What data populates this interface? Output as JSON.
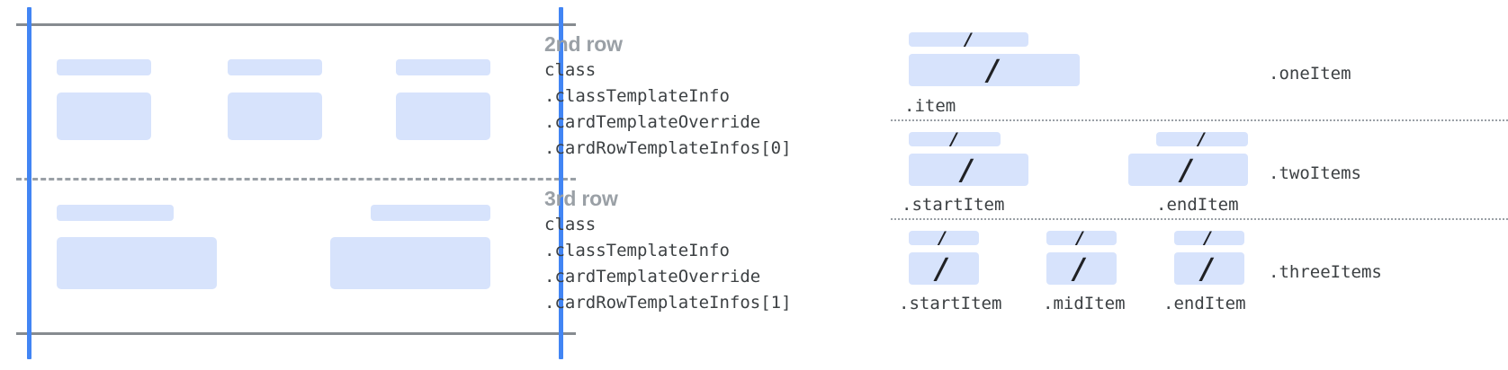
{
  "colors": {
    "chip_blue": "#d7e3fc",
    "guide_blue": "#4285f4",
    "rule_gray": "#868b90",
    "dash_gray": "#9aa0a6",
    "heading_gray": "#9aa0a6",
    "code_text": "#3c4043",
    "slash_dark": "#202124",
    "background": "#ffffff"
  },
  "left_diagram": {
    "name": "card-row-template-preview",
    "rows": [
      {
        "id": "row-2",
        "columns": [
          {
            "label_chip": "",
            "body_chip": ""
          },
          {
            "label_chip": "",
            "body_chip": ""
          },
          {
            "label_chip": "",
            "body_chip": ""
          }
        ]
      },
      {
        "id": "row-3",
        "columns": [
          {
            "label_chip": "",
            "body_chip": ""
          },
          {
            "label_chip": "",
            "body_chip": ""
          }
        ]
      }
    ]
  },
  "center_column": {
    "blocks": [
      {
        "title": "2nd row",
        "code_lines": [
          "class",
          ".classTemplateInfo",
          ".cardTemplateOverride",
          ".cardRowTemplateInfos[0]"
        ]
      },
      {
        "title": "3rd row",
        "code_lines": [
          "class",
          ".classTemplateInfo",
          ".cardTemplateOverride",
          ".cardRowTemplateInfos[1]"
        ]
      }
    ]
  },
  "right_diagram": {
    "slash_glyph": "/",
    "sections": [
      {
        "name": ".oneItem",
        "items": [
          {
            "label": ".item",
            "slash": "/"
          }
        ]
      },
      {
        "name": ".twoItems",
        "items": [
          {
            "label": ".startItem",
            "slash": "/"
          },
          {
            "label": ".endItem",
            "slash": "/"
          }
        ]
      },
      {
        "name": ".threeItems",
        "items": [
          {
            "label": ".startItem",
            "slash": "/"
          },
          {
            "label": ".midItem",
            "slash": "/"
          },
          {
            "label": ".endItem",
            "slash": "/"
          }
        ]
      }
    ]
  }
}
